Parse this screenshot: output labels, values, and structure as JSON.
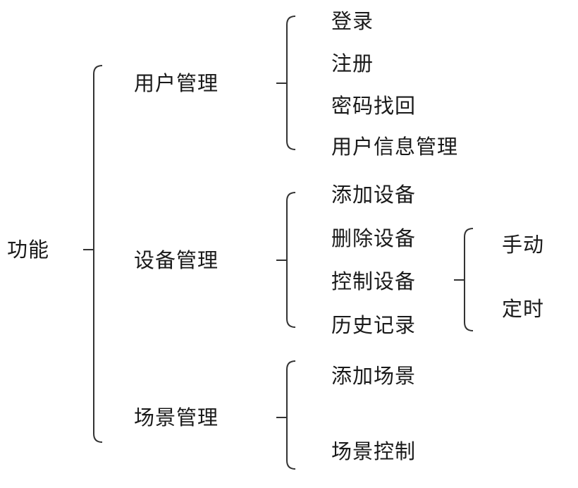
{
  "root": {
    "label": "功能"
  },
  "categories": [
    {
      "label": "用户管理",
      "items": [
        "登录",
        "注册",
        "密码找回",
        "用户信息管理"
      ]
    },
    {
      "label": "设备管理",
      "items": [
        "添加设备",
        "删除设备",
        "控制设备",
        "历史记录"
      ],
      "sub": {
        "label": "控制设备",
        "items": [
          "手动",
          "定时"
        ]
      }
    },
    {
      "label": "场景管理",
      "items": [
        "添加场景",
        "场景控制"
      ]
    }
  ]
}
